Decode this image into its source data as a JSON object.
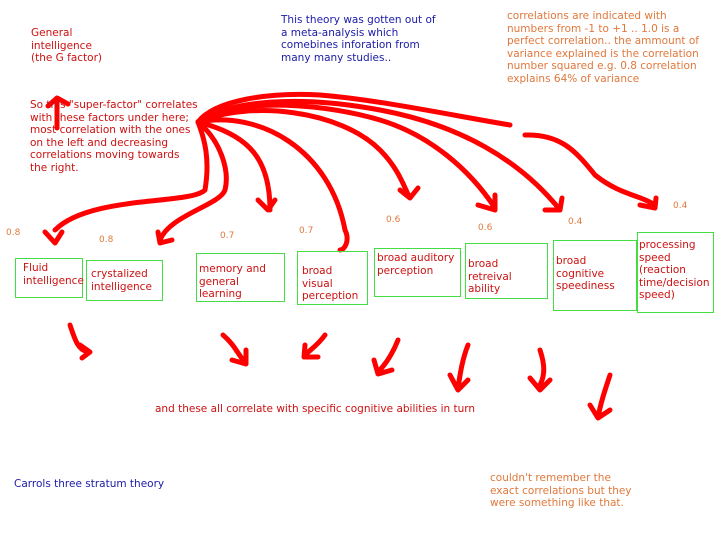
{
  "notes": {
    "g_factor": "General\nintelligence\n(the G factor)",
    "super_factor": "So this \"super-factor\" correlates\nwith these factors under here;\nmost correlation with the ones\non the left and decreasing\ncorrelations moving towards\nthe right.",
    "meta_analysis": "This theory was gotten out of\na meta-analysis which\ncomebines inforation from\nmany many studies..",
    "correlations": "correlations are indicated with\nnumbers from -1 to +1 .. 1.0 is a\nperfect correlation.. the ammount of\nvariance explained is the correlation\nnumber squared e.g. 0.8 correlation\nexplains 64% of variance",
    "specific": "and these all correlate with specific cognitive abilities in turn",
    "title": "Carrols three stratum theory",
    "disclaimer": "couldn't remember the\nexact correlations but they\nwere something like that."
  },
  "factors": [
    {
      "label": "Fluid\nintelligence",
      "correlation": "0.8"
    },
    {
      "label": "crystalized\nintelligence",
      "correlation": "0.8"
    },
    {
      "label": "memory and\ngeneral learning",
      "correlation": "0.7"
    },
    {
      "label": "broad visual\nperception",
      "correlation": "0.7"
    },
    {
      "label": "broad auditory\nperception",
      "correlation": "0.6"
    },
    {
      "label": "broad retreival\nability",
      "correlation": "0.6"
    },
    {
      "label": "broad cognitive\nspeediness",
      "correlation": "0.4"
    },
    {
      "label": "processing\nspeed\n(reaction\ntime/decision\nspeed)",
      "correlation": "0.4"
    }
  ],
  "colors": {
    "arrow": "#ff0000",
    "box": "#44dd44"
  }
}
